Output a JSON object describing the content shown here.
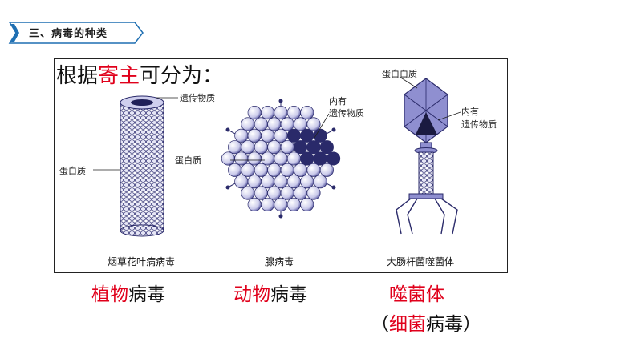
{
  "section": {
    "label": "三、病毒的种类"
  },
  "heading": {
    "prefix": "根据",
    "highlight": "寄主",
    "suffix": "可分为："
  },
  "figure": {
    "tobacco": {
      "label_genetic": "遗传物质",
      "label_protein": "蛋白质",
      "caption": "烟草花叶病病毒"
    },
    "adeno": {
      "label_inner": "内有",
      "label_genetic": "遗传物质",
      "label_protein": "蛋白质",
      "caption": "腺病毒"
    },
    "phage": {
      "label_protein": "蛋白白质",
      "label_inner": "内有",
      "label_genetic": "遗传物质",
      "caption": "大肠杆菌噬菌体"
    }
  },
  "categories": {
    "plant": {
      "highlight": "植物",
      "rest": "病毒"
    },
    "animal": {
      "highlight": "动物",
      "rest": "病毒"
    },
    "phage": {
      "highlight": "噬菌体",
      "paren_open": "（",
      "sub_highlight": "细菌",
      "sub_rest": "病毒",
      "paren_close": "）"
    }
  },
  "colors": {
    "accent_red": "#e0001b",
    "virus_fill": "#8f8fd0",
    "virus_stroke": "#2a2a6a"
  }
}
